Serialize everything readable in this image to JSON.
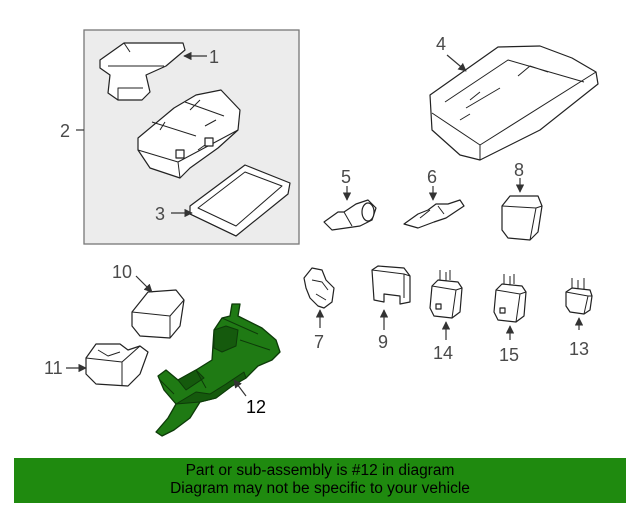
{
  "callouts": {
    "c1": "1",
    "c2": "2",
    "c3": "3",
    "c4": "4",
    "c5": "5",
    "c6": "6",
    "c7": "7",
    "c8": "8",
    "c9": "9",
    "c10": "10",
    "c11": "11",
    "c12": "12",
    "c13": "13",
    "c14": "14",
    "c15": "15"
  },
  "banner": {
    "line1": "Part or sub-assembly is #12 in diagram",
    "line2": "Diagram may not be specific to your vehicle"
  },
  "colors": {
    "highlight": "#1f7a14",
    "banner_bg": "#1f8a0f"
  }
}
